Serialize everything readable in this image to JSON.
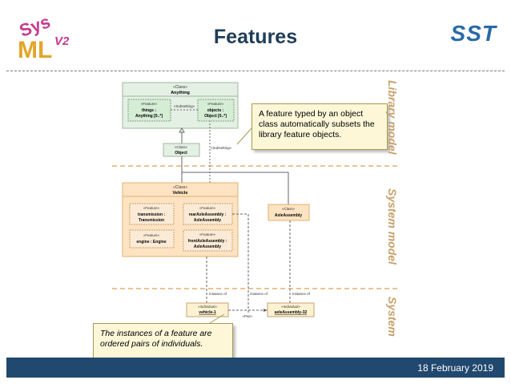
{
  "header": {
    "title": "Features",
    "logo_left_text": "SysML v2",
    "logo_right_text": "SST"
  },
  "regions": {
    "library": "Library model",
    "system": "System model",
    "system_bottom": "System"
  },
  "diagram": {
    "anything_class": {
      "stereotype": "«Class»",
      "name": "Anything"
    },
    "things_feature": {
      "stereotype": "«Feature»",
      "line1": "things :",
      "line2": "Anything [0..*]"
    },
    "objects_feature": {
      "stereotype": "«Feature»",
      "line1": "objects :",
      "line2": "Object [0..*]"
    },
    "subsetting_label_top": "«Subsetting»",
    "object_class": {
      "stereotype": "«Class»",
      "name": "Object"
    },
    "subsetting_label_object": "«Subsetting»",
    "vehicle_class": {
      "stereotype": "«Class»",
      "name": "Vehicle"
    },
    "transmission_feature": {
      "stereotype": "«Feature»",
      "line1": "transmission :",
      "line2": "Transmission"
    },
    "rear_axle_feature": {
      "stereotype": "«Feature»",
      "line1": "rearAxleAssembly :",
      "line2": "AxleAssembly"
    },
    "engine_feature": {
      "stereotype": "«Feature»",
      "line1": "engine : Engine"
    },
    "front_axle_feature": {
      "stereotype": "«Feature»",
      "line1": "frontAxleAssembly :",
      "line2": "AxleAssembly"
    },
    "axle_assembly_class": {
      "stereotype": "«Class»",
      "name": "AxleAssembly"
    },
    "instance_of_labels": [
      "instance of",
      "instance of",
      "instance of"
    ],
    "vehicle_individual": {
      "stereotype": "«Individual»",
      "name": "vehicle-1"
    },
    "axle_individual": {
      "stereotype": "«Individual»",
      "name": "axleAssembly-32"
    },
    "pair_label": "«Pair»"
  },
  "callouts": {
    "top": "A feature typed by an object class automatically subsets the library feature objects.",
    "bottom": "The instances of a feature are ordered pairs of individuals."
  },
  "footer": {
    "date": "18 February 2019"
  },
  "colors": {
    "title": "#1f3d58",
    "footer_bg": "#21486e",
    "library_box": "#e4f0e4",
    "system_box": "#fde3c2",
    "region_label": "#c7a06a",
    "callout_bg": "#fdf7d8"
  }
}
